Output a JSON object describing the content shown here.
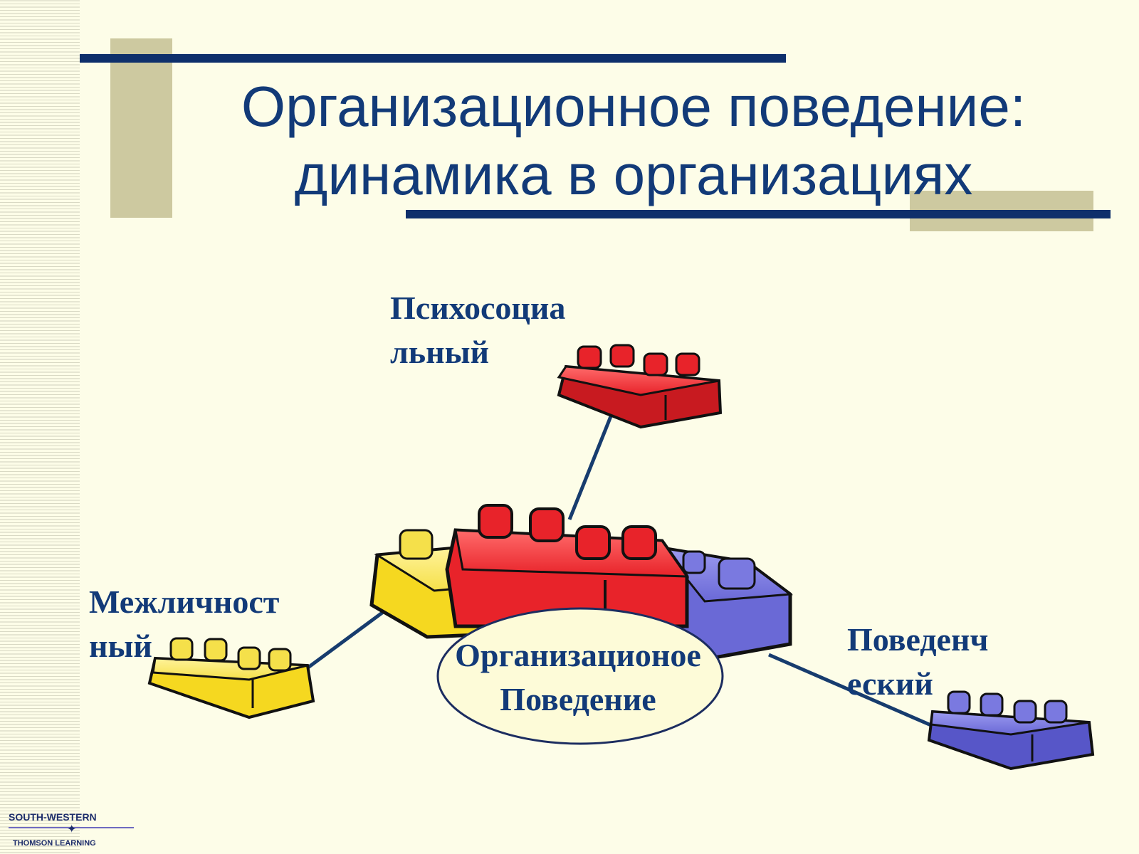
{
  "title": {
    "line1": "Организационное поведение:",
    "line2": "динамика в организациях"
  },
  "diagram": {
    "top_label": {
      "line1": "Психосоциа",
      "line2": "льный"
    },
    "left_label": {
      "line1": "Межличност",
      "line2": "ный"
    },
    "right_label": {
      "line1": "Поведенч",
      "line2": "еский"
    },
    "center_label": {
      "line1": "Организационое",
      "line2": "Поведение"
    }
  },
  "colors": {
    "title": "#123a78",
    "rules": "#0e2f6b",
    "red_brick": "#e8232a",
    "yellow_brick": "#f5e04a",
    "blue_brick": "#6a69d6",
    "background": "#fdfde8"
  },
  "logo": {
    "line1": "SOUTH-WESTERN",
    "line2": "THOMSON LEARNING"
  }
}
